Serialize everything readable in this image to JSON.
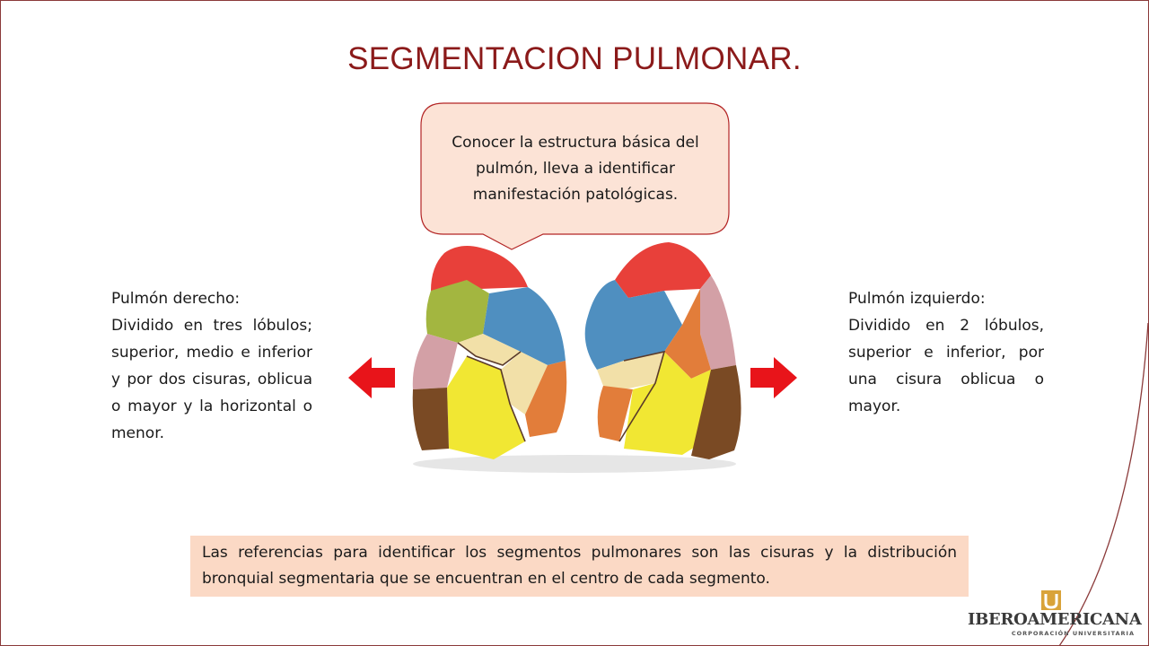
{
  "slide": {
    "title": "SEGMENTACION PULMONAR.",
    "accent_color": "#8b1a1a",
    "callout": {
      "text": "Conocer la estructura básica del pulmón, lleva a identificar manifestación patológicas."
    },
    "left_panel": {
      "heading": "Pulmón derecho:",
      "body": "Dividido en tres lóbulos; superior, medio e inferior y por dos cisuras, oblicua o mayor y la horizontal o menor."
    },
    "right_panel": {
      "heading": "Pulmón izquierdo:",
      "body": "Dividido en 2 lóbulos, superior e inferior, por una cisura oblicua o mayor."
    },
    "bottom_note": "Las referencias para identificar los segmentos pulmonares son las cisuras y la distribución bronquial segmentaria que se encuentran en el centro de cada segmento.",
    "arrows": {
      "left": "arrow-left-icon",
      "right": "arrow-right-icon",
      "color": "#e8141a"
    },
    "logo": {
      "name": "IBEROAMERICANA",
      "subtitle": "CORPORACIÓN UNIVERSITARIA"
    }
  }
}
